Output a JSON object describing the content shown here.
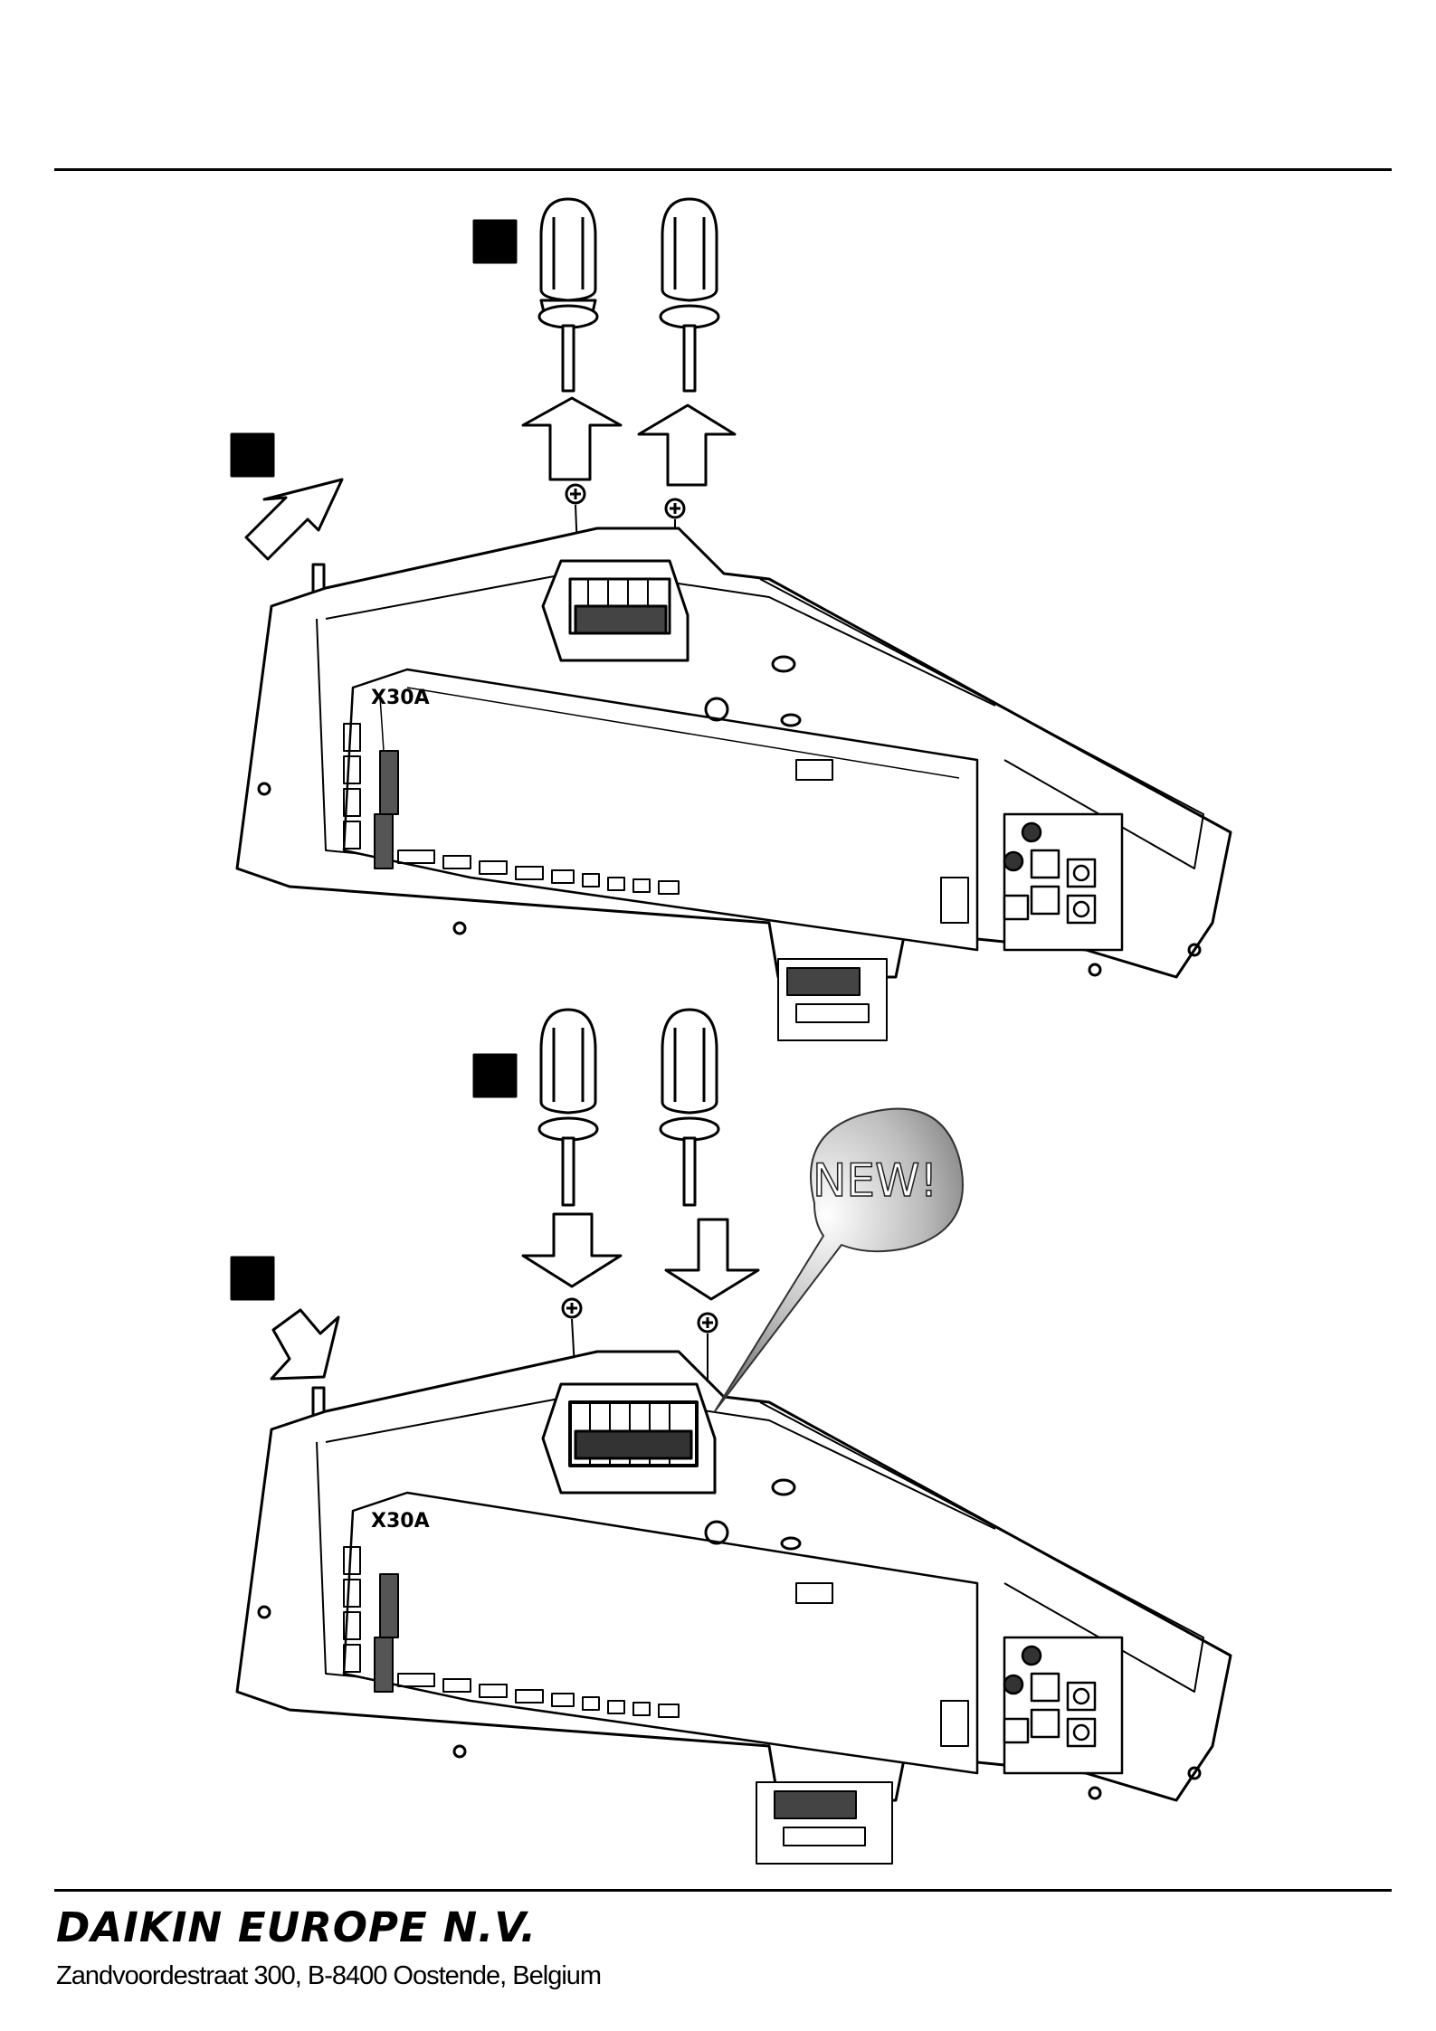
{
  "diagram_top": {
    "connector_label": "X30A"
  },
  "diagram_bottom": {
    "connector_label": "X30A",
    "callout_text": "NEW!"
  },
  "footer": {
    "company": "DAIKIN EUROPE N.V.",
    "address": "Zandvoordestraat 300, B-8400 Oostende, Belgium"
  }
}
